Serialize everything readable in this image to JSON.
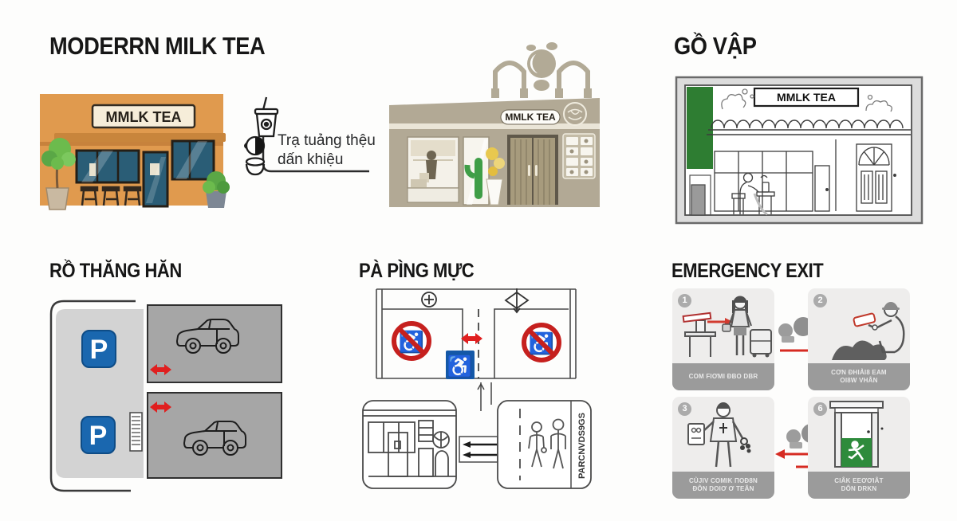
{
  "top_left": {
    "title": "MODERRN MILK TEA",
    "storefront_sign": "MMLK TEA"
  },
  "note": {
    "line1": "Trạ tuảng thệu",
    "line2": "dấn khiệu"
  },
  "top_center": {
    "sign": "MMLK TEA"
  },
  "top_right": {
    "title": "GỒ VẬP",
    "sign": "MMLK TEA"
  },
  "bottom_left": {
    "title": "RỒ THĂNG HĂN",
    "parking_letter": "P"
  },
  "bottom_center": {
    "title": "PÀ PÌNG MỰC",
    "vertical_label": "PARCNVDS9GS"
  },
  "bottom_right": {
    "title": "EMERGENCY EXIT",
    "steps": [
      {
        "num": "1",
        "lines": [
          "COM FIƠMI ĐBO DBR",
          ""
        ]
      },
      {
        "num": "2",
        "lines": [
          "CƠN ĐHIẢI8 EAM",
          "OI8W VHÂN"
        ]
      },
      {
        "num": "3",
        "lines": [
          "CỦJIV COMIK ΠOĐ8N",
          "ĐÔN DOIƠ Ơ TEÂN"
        ]
      },
      {
        "num": "6",
        "lines": [
          "CIÂK EEƠƠIÂT",
          "DÔN DRKN"
        ]
      }
    ]
  },
  "icons": {
    "wheelchair": "♿"
  },
  "colors": {
    "accent_red": "#d92a20",
    "parking_blue": "#1a67af",
    "wheelchair_blue": "#1458a7",
    "exit_green": "#2e8b3c",
    "storefront_orange": "#e09a4e",
    "storefront_taupe": "#b2a995",
    "govap_green": "#2e7d32"
  }
}
